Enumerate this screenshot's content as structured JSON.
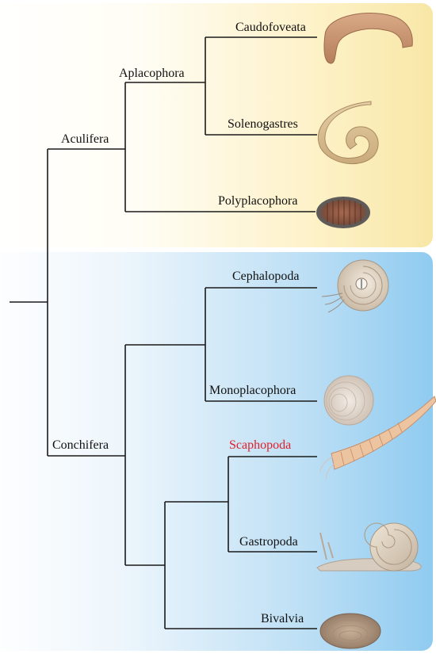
{
  "groups": {
    "aculifera": {
      "label": "Aculifera",
      "panel_color": "#f8e7a6"
    },
    "conchifera": {
      "label": "Conchifera",
      "panel_color": "#8fcbf0"
    }
  },
  "clades": {
    "aplacophora": "Aplacophora"
  },
  "taxa": {
    "caudofoveata": "Caudofoveata",
    "solenogastres": "Solenogastres",
    "polyplacophora": "Polyplacophora",
    "cephalopoda": "Cephalopoda",
    "monoplacophora": "Monoplacophora",
    "scaphopoda": "Scaphopoda",
    "gastropoda": "Gastropoda",
    "bivalvia": "Bivalvia"
  },
  "highlight_color": "#e0202a",
  "icons": [
    "caudofoveata-worm-icon",
    "solenogastres-worm-icon",
    "chiton-icon",
    "nautilus-icon",
    "monoplacophoran-shell-icon",
    "tusk-shell-icon",
    "snail-icon",
    "clam-icon"
  ]
}
